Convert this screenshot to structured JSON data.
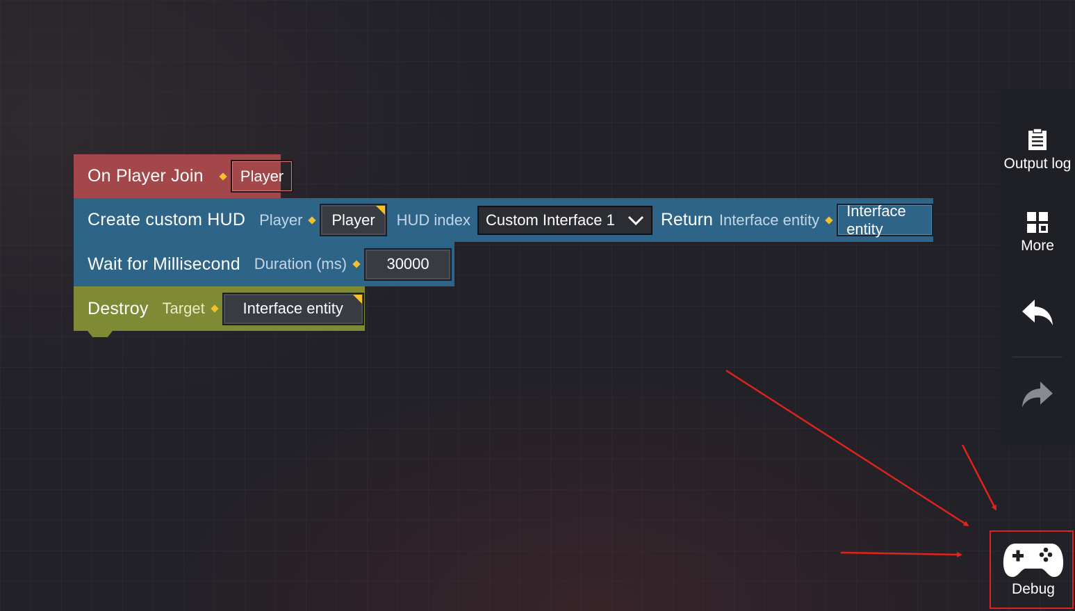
{
  "blocks": {
    "event": {
      "title": "On Player Join",
      "output": "Player"
    },
    "create_hud": {
      "title": "Create custom HUD",
      "player_param": "Player",
      "player_value": "Player",
      "hud_index_param": "HUD index",
      "hud_index_value": "Custom Interface 1",
      "return_label": "Return",
      "return_param": "Interface entity",
      "return_value": "Interface entity"
    },
    "wait": {
      "title": "Wait for Millisecond",
      "duration_param": "Duration (ms)",
      "duration_value": "30000"
    },
    "destroy": {
      "title": "Destroy",
      "target_param": "Target",
      "target_value": "Interface entity"
    }
  },
  "toolbar": {
    "output_log": {
      "label": "Output log",
      "icon": "clipboard-icon"
    },
    "more": {
      "label": "More",
      "icon": "grid-icon"
    },
    "undo": {
      "icon": "undo-icon"
    },
    "redo": {
      "icon": "redo-icon"
    }
  },
  "debug": {
    "label": "Debug",
    "icon": "gamepad-icon"
  },
  "colors": {
    "event_block": "#a3474b",
    "action_block": "#2e6488",
    "destroy_block": "#7f8a35",
    "connector": "#f3c12c",
    "highlight": "#e0241b"
  }
}
